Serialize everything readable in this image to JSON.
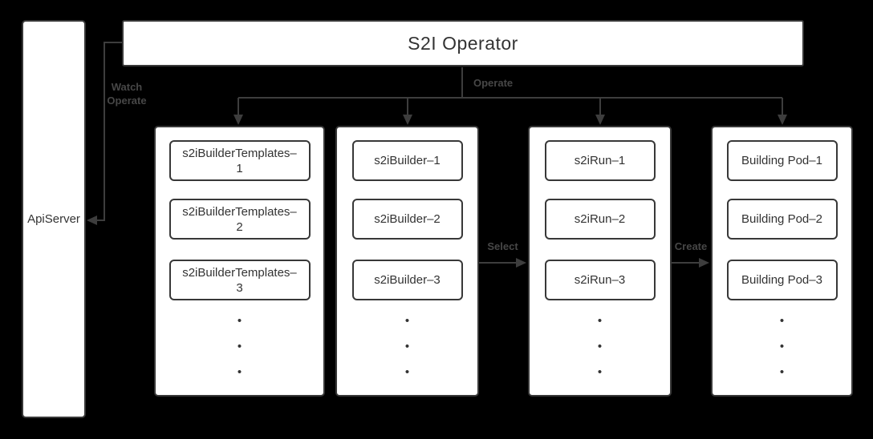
{
  "colors": {
    "background": "#000000",
    "box_fill": "#ffffff",
    "box_border": "#383838",
    "box_text": "#333333",
    "connector": "#3d3d3d",
    "edge_label_text": "#474747"
  },
  "api_server": {
    "label": "ApiServer"
  },
  "operator": {
    "title": "S2I Operator"
  },
  "edges": {
    "watch_operate": {
      "label": "Watch\nOperate"
    },
    "operate": {
      "label": "Operate"
    },
    "select": {
      "label": "Select"
    },
    "create": {
      "label": "Create"
    }
  },
  "dot_glyph": "•",
  "groups": [
    {
      "id": "s2i-builder-templates",
      "items": [
        "s2iBuilderTemplates–\n1",
        "s2iBuilderTemplates–\n2",
        "s2iBuilderTemplates–\n3"
      ]
    },
    {
      "id": "s2i-builder",
      "items": [
        "s2iBuilder–1",
        "s2iBuilder–2",
        "s2iBuilder–3"
      ]
    },
    {
      "id": "s2i-run",
      "items": [
        "s2iRun–1",
        "s2iRun–2",
        "s2iRun–3"
      ]
    },
    {
      "id": "building-pod",
      "items": [
        "Building Pod–1",
        "Building Pod–2",
        "Building Pod–3"
      ]
    }
  ]
}
